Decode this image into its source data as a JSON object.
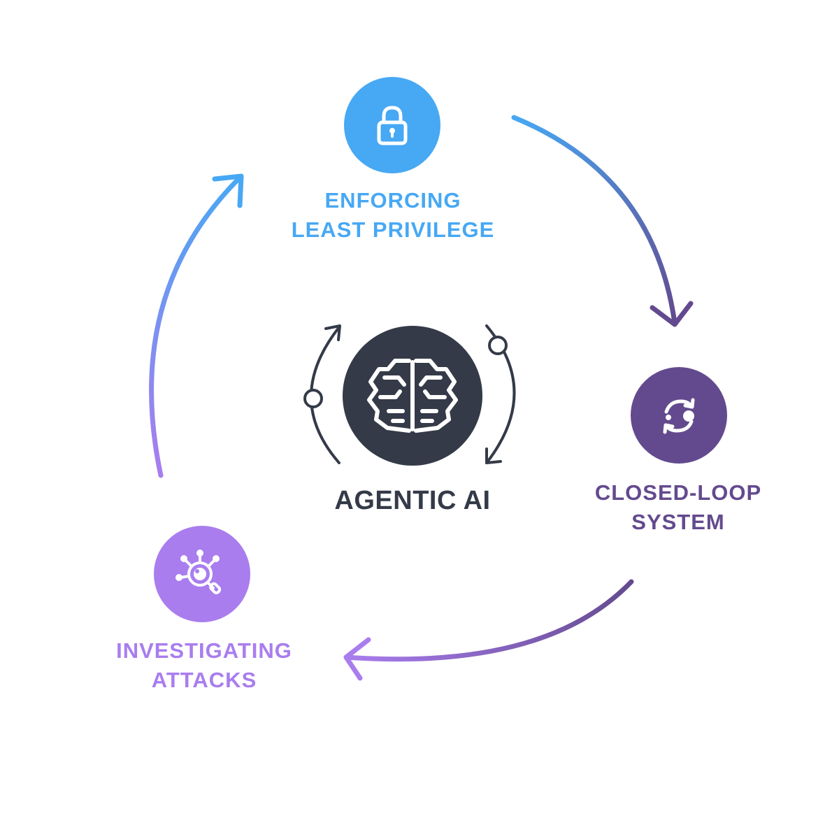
{
  "nodes": {
    "enforcing": {
      "label_line1": "ENFORCING",
      "label_line2": "LEAST PRIVILEGE",
      "icon": "padlock-icon",
      "color": "#47a8f4"
    },
    "closed_loop": {
      "label_line1": "CLOSED-LOOP",
      "label_line2": "SYSTEM",
      "icon": "refresh-cycle-icon",
      "color": "#634a8e"
    },
    "investigating": {
      "label_line1": "INVESTIGATING",
      "label_line2": "ATTACKS",
      "icon": "threat-investigation-icon",
      "color": "#a97dee"
    }
  },
  "center": {
    "label": "AGENTIC AI",
    "icon": "circuit-brain-icon",
    "color": "#343a48"
  }
}
